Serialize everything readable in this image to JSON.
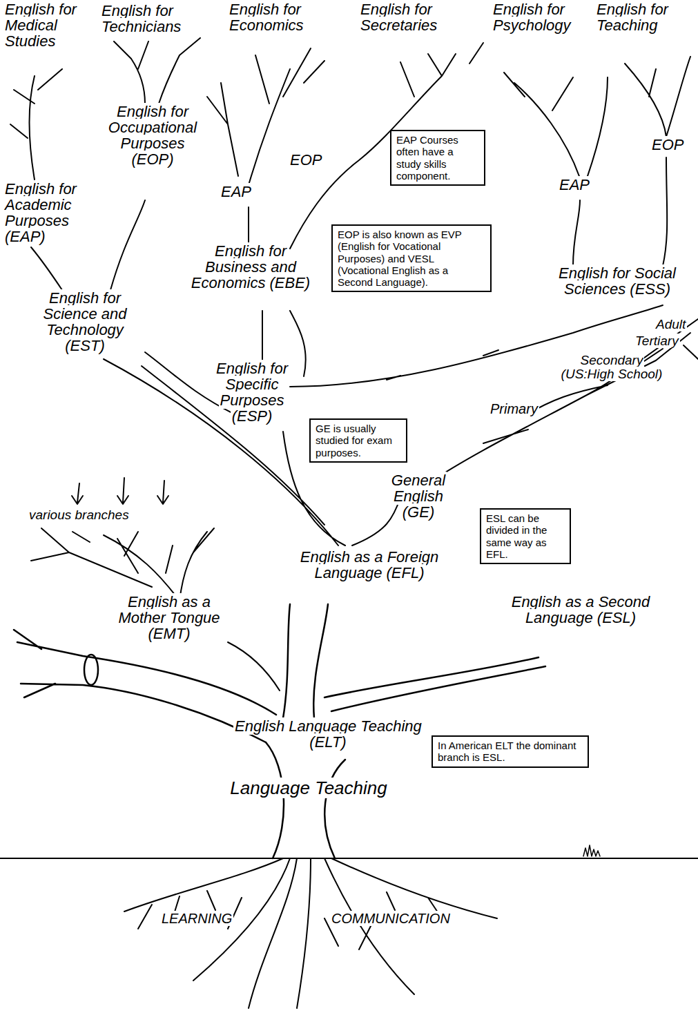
{
  "diagram": {
    "nodes": [
      {
        "text": [
          "EAP Courses often have a study skills component."
        ]
      },
      {
        "text": [
          "EOP is also known as EVP (English for Vocational Purposes) and VESL (Vocational English as a Second Language)."
        ]
      },
      {
        "text": [
          "GE is usually studied for exam purposes."
        ]
      },
      {
        "text": [
          "ESL can be divided in the same way as EFL."
        ]
      },
      {
        "text": [
          "In American ELT the dominant branch is ESL."
        ]
      }
    ],
    "labels": [
      "English for Medical Studies",
      "English for Technicians",
      "English for Economics",
      "English for Secretaries",
      "English for Psychology",
      "English for Teaching",
      "English for Occupational Purposes (EOP)",
      "EAP",
      "EOP",
      "EOP",
      "EAP",
      "English for Academic Purposes (EAP)",
      "English for Business and Economics (EBE)",
      "English for Social Sciences (ESS)",
      "English for Science and Technology (EST)",
      "Adult",
      "Tertiary",
      "Secondary (US:High School)",
      "Primary",
      "English for Specific Purposes (ESP)",
      "General English (GE)",
      "various branches",
      "English as a Foreign Language (EFL)",
      "English as a Mother Tongue (EMT)",
      "English as a Second Language (ESL)",
      "English Language Teaching (ELT)",
      "Language Teaching",
      "LEARNING",
      "COMMUNICATION"
    ]
  }
}
